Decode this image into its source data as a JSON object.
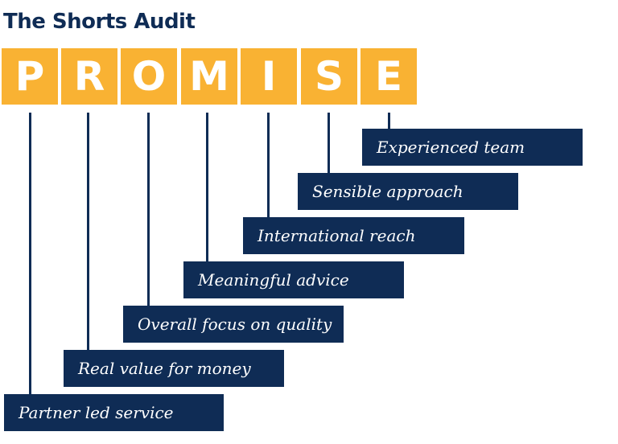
{
  "title": "The Shorts Audit",
  "colors": {
    "navy": "#0f2c55",
    "gold": "#f9b233"
  },
  "letters": [
    "P",
    "R",
    "O",
    "M",
    "I",
    "S",
    "E"
  ],
  "items": [
    "Partner led service",
    "Real value for money",
    "Overall focus on quality",
    "Meaningful advice",
    "International reach",
    "Sensible approach",
    "Experienced team"
  ]
}
